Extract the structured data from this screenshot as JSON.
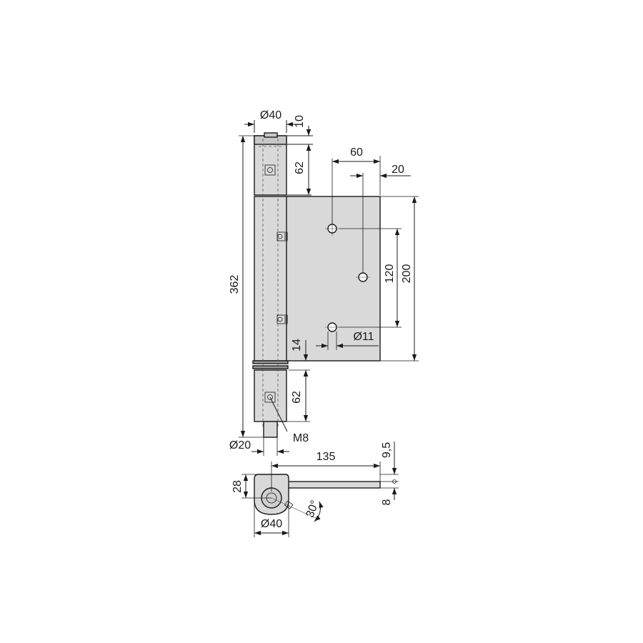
{
  "colors": {
    "part_fill": "#d9d9d9",
    "dark_fill": "#9a9a9a",
    "line": "#1a1a1a",
    "background": "#ffffff"
  },
  "dimensions": {
    "d_barrel_top": "Ø40",
    "top_cap": "10",
    "upper_knuckle": "62",
    "hole_spacing_h": "60",
    "edge_offset": "20",
    "overall_height": "362",
    "hole_spacing_v": "120",
    "leaf_height": "200",
    "hole_diameter": "Ø11",
    "ring_gap": "14",
    "lower_knuckle": "62",
    "thread": "M8",
    "d_pin": "Ø20",
    "leaf_length": "135",
    "top_view_offset": "9,5",
    "barrel_depth": "28",
    "leaf_thickness": "8",
    "angle": "30°",
    "d_barrel_bottom": "Ø40"
  }
}
